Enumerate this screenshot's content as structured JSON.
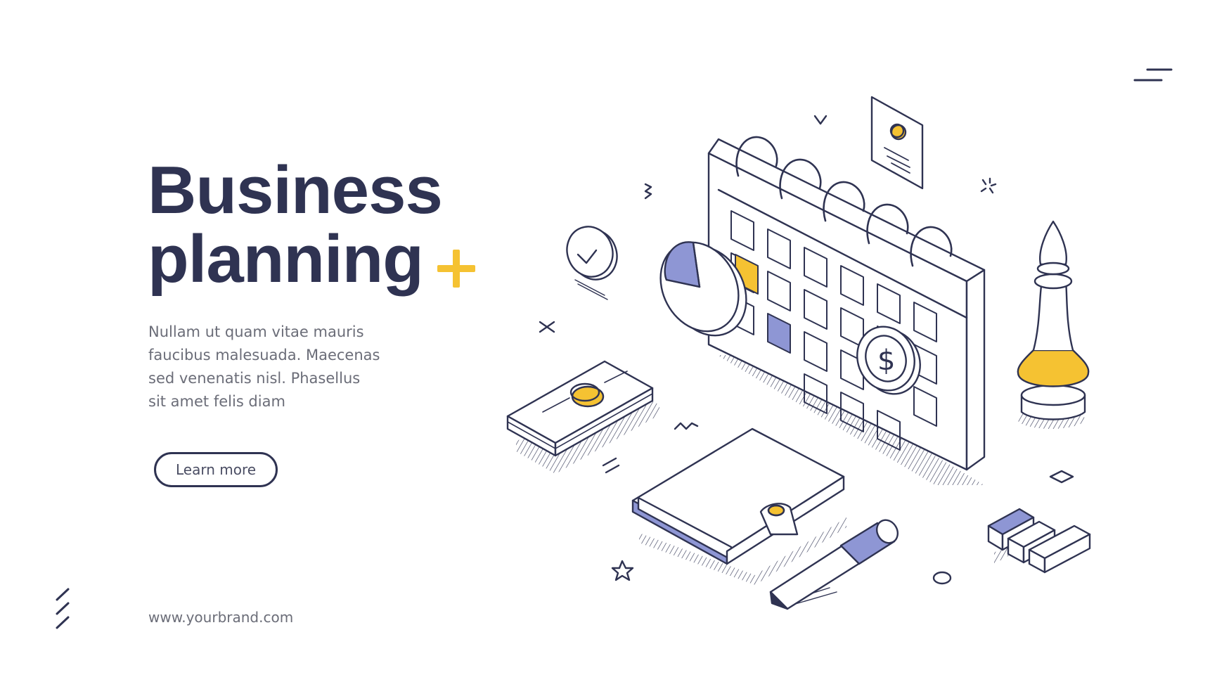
{
  "hero": {
    "title_line1": "Business",
    "title_line2": "planning",
    "description_lines": [
      "Nullam ut quam vitae mauris",
      "faucibus malesuada. Maecenas",
      "sed venenatis nisl. Phasellus",
      "sit amet felis diam"
    ],
    "cta_label": "Learn more",
    "website": "www.yourbrand.com"
  },
  "illustration": {
    "coin_symbol": "$",
    "icons": [
      "calendar-icon",
      "pie-chart-icon",
      "clock-icon",
      "money-stack-icon",
      "wallet-icon",
      "pen-icon",
      "chess-bishop-icon",
      "document-card-icon",
      "bars-icon",
      "coin-icon"
    ]
  },
  "colors": {
    "navy": "#2f3352",
    "accent_yellow": "#f5c232",
    "accent_lavender": "#8e96d4",
    "text_gray": "#6b6d78"
  }
}
